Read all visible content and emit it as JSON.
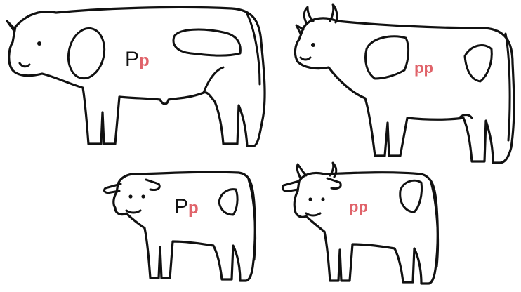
{
  "figure": {
    "cows": [
      {
        "id": "adult-polled",
        "allele1": "P",
        "allele2": "p"
      },
      {
        "id": "adult-horned",
        "allele1": "p",
        "allele2": "p"
      },
      {
        "id": "calf-polled",
        "allele1": "P",
        "allele2": "p"
      },
      {
        "id": "calf-horned",
        "allele1": "p",
        "allele2": "p"
      }
    ],
    "colors": {
      "dominant": "#111111",
      "recessive": "#e0636a",
      "outline": "#111111"
    }
  }
}
